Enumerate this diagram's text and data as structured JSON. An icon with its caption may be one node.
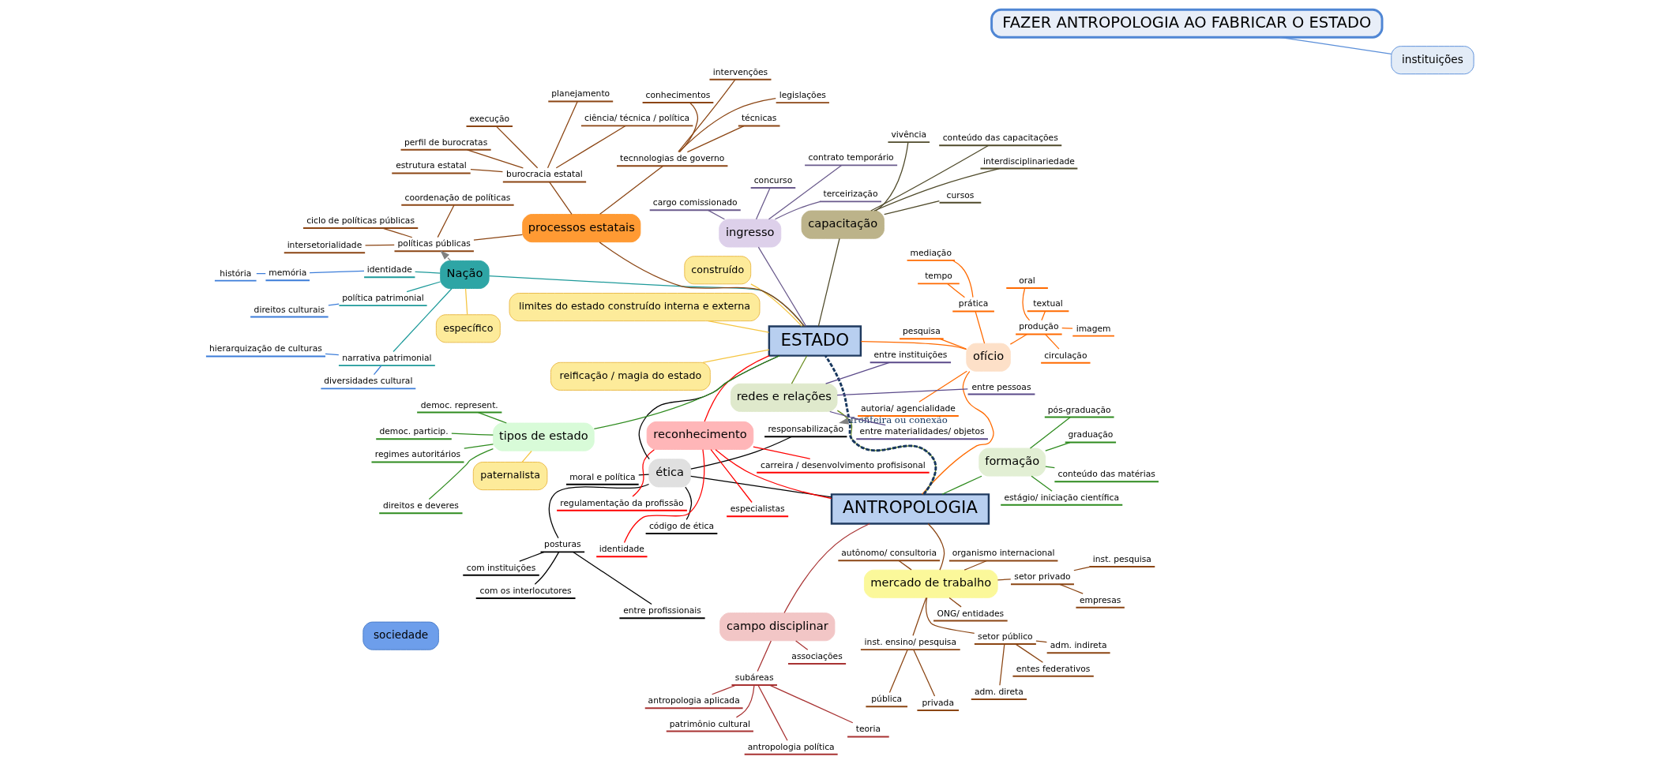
{
  "diagram": {
    "nodes": [
      {
        "text": [
          "FAZER ANTROPOLOGIA AO FABRICAR O ESTADO"
        ]
      },
      {
        "text": [
          "instituições"
        ]
      },
      {
        "text": [
          "sociedade"
        ]
      },
      {
        "text": [
          "ANTROPOLOGIA"
        ]
      },
      {
        "text": [
          "mercado de trabalho"
        ]
      },
      {
        "text": [
          "setor privado"
        ]
      },
      {
        "text": [
          "empresas"
        ]
      },
      {
        "text": [
          "inst. pesquisa"
        ]
      },
      {
        "text": [
          "setor público"
        ]
      },
      {
        "text": [
          "adm. direta"
        ]
      },
      {
        "text": [
          "adm. indireta"
        ]
      },
      {
        "text": [
          "entes federativos"
        ]
      },
      {
        "text": [
          "inst. ensino/ pesquisa"
        ]
      },
      {
        "text": [
          "privada"
        ]
      },
      {
        "text": [
          "pública"
        ]
      },
      {
        "text": [
          "ONG/ entidades"
        ]
      },
      {
        "text": [
          "organismo internacional"
        ]
      },
      {
        "text": [
          "autônomo/ consultoria"
        ]
      },
      {
        "text": [
          "campo disciplinar"
        ]
      },
      {
        "text": [
          "subáreas"
        ]
      },
      {
        "text": [
          "antropologia aplicada"
        ]
      },
      {
        "text": [
          "patrimônio cultural"
        ]
      },
      {
        "text": [
          "antropologia política"
        ]
      },
      {
        "text": [
          "teoria"
        ]
      },
      {
        "text": [
          "associações"
        ]
      },
      {
        "text": [
          "formação"
        ]
      },
      {
        "text": [
          "graduação"
        ]
      },
      {
        "text": [
          "pós-graduação"
        ]
      },
      {
        "text": [
          "estágio/ iniciação científica"
        ]
      },
      {
        "text": [
          "conteúdo das matérias"
        ]
      },
      {
        "text": [
          "ética"
        ]
      },
      {
        "text": [
          "código de ética"
        ]
      },
      {
        "text": [
          "posturas"
        ]
      },
      {
        "text": [
          "entre profissionais"
        ]
      },
      {
        "text": [
          "com os interlocutores"
        ]
      },
      {
        "text": [
          "com instituições"
        ]
      },
      {
        "text": [
          "moral e política"
        ]
      },
      {
        "text": [
          "responsabilização"
        ]
      },
      {
        "text": [
          "ofício"
        ]
      },
      {
        "text": [
          "prática"
        ]
      },
      {
        "text": [
          "tempo"
        ]
      },
      {
        "text": [
          "mediação"
        ]
      },
      {
        "text": [
          "pesquisa"
        ]
      },
      {
        "text": [
          "produção"
        ]
      },
      {
        "text": [
          "textual"
        ]
      },
      {
        "text": [
          "oral"
        ]
      },
      {
        "text": [
          "imagem"
        ]
      },
      {
        "text": [
          "circulação"
        ]
      },
      {
        "text": [
          "autoria/ agencialidade"
        ]
      },
      {
        "text": [
          "reconhecimento"
        ]
      },
      {
        "text": [
          "identidade"
        ]
      },
      {
        "text": [
          "carreira / desenvolvimento profisisonal"
        ]
      },
      {
        "text": [
          "especialistas"
        ]
      },
      {
        "text": [
          "regulamentação da profissão"
        ]
      },
      {
        "text": [
          "redes e relações"
        ]
      },
      {
        "text": [
          "entre pessoas"
        ]
      },
      {
        "text": [
          "entre instituições"
        ]
      },
      {
        "text": [
          "entre materialidades/ objetos"
        ]
      },
      {
        "text": [
          "limites do estado construído interna e externa"
        ]
      },
      {
        "text": [
          "reificação / magia do estado"
        ]
      },
      {
        "text": [
          "construído"
        ]
      },
      {
        "text": [
          "ESTADO"
        ]
      },
      {
        "text": [
          "ingresso"
        ]
      },
      {
        "text": [
          "concurso"
        ]
      },
      {
        "text": [
          "contrato temporário"
        ]
      },
      {
        "text": [
          "cargo comissionado"
        ]
      },
      {
        "text": [
          "terceirização"
        ]
      },
      {
        "text": [
          "capacitação"
        ]
      },
      {
        "text": [
          "cursos"
        ]
      },
      {
        "text": [
          "vivência"
        ]
      },
      {
        "text": [
          "conteúdo das capacitações"
        ]
      },
      {
        "text": [
          "interdisciplinariedade"
        ]
      },
      {
        "text": [
          "tipos de estado"
        ]
      },
      {
        "text": [
          "paternalista"
        ]
      },
      {
        "text": [
          "democ. represent."
        ]
      },
      {
        "text": [
          "democ. particip."
        ]
      },
      {
        "text": [
          "regimes autoritários"
        ]
      },
      {
        "text": [
          "direitos e deveres"
        ]
      },
      {
        "text": [
          "Nação"
        ]
      },
      {
        "text": [
          "específico"
        ]
      },
      {
        "text": [
          "narrativa patrimonial"
        ]
      },
      {
        "text": [
          "hierarquização de culturas"
        ]
      },
      {
        "text": [
          "diversidades cultural"
        ]
      },
      {
        "text": [
          "política patrimonial"
        ]
      },
      {
        "text": [
          "direitos culturais"
        ]
      },
      {
        "text": [
          "identidade"
        ]
      },
      {
        "text": [
          "memória"
        ]
      },
      {
        "text": [
          "história"
        ]
      },
      {
        "text": [
          "processos estatais"
        ]
      },
      {
        "text": [
          "políticas públicas"
        ]
      },
      {
        "text": [
          "ciclo de políticas públicas"
        ]
      },
      {
        "text": [
          "coordenação de políticas"
        ]
      },
      {
        "text": [
          "intersetorialidade"
        ]
      },
      {
        "text": [
          "burocracia estatal"
        ]
      },
      {
        "text": [
          "estrutura estatal"
        ]
      },
      {
        "text": [
          "ciência/ técnica / política"
        ]
      },
      {
        "text": [
          "planejamento"
        ]
      },
      {
        "text": [
          "execução"
        ]
      },
      {
        "text": [
          "perfil de burocratas"
        ]
      },
      {
        "text": [
          "tecnnologias de governo"
        ]
      },
      {
        "text": [
          "legislações"
        ]
      },
      {
        "text": [
          "intervenções"
        ]
      },
      {
        "text": [
          "técnicas"
        ]
      },
      {
        "text": [
          "conhecimentos"
        ]
      }
    ],
    "edges": [
      {
        "from": 0,
        "to": 1,
        "arrow": "none",
        "color": "#5b8fd9"
      },
      {
        "from": 3,
        "to": 61,
        "arrow": "none",
        "label": "fronteira ou conexão",
        "style": "dashed",
        "color": "#17375e"
      },
      {
        "from": 3,
        "to": 4,
        "arrow": "none"
      },
      {
        "from": 4,
        "to": 5,
        "arrow": "none"
      },
      {
        "from": 5,
        "to": 6,
        "arrow": "none"
      },
      {
        "from": 5,
        "to": 7,
        "arrow": "none"
      },
      {
        "from": 4,
        "to": 8,
        "arrow": "none"
      },
      {
        "from": 8,
        "to": 9,
        "arrow": "none"
      },
      {
        "from": 8,
        "to": 10,
        "arrow": "none"
      },
      {
        "from": 8,
        "to": 11,
        "arrow": "none"
      },
      {
        "from": 4,
        "to": 12,
        "arrow": "none"
      },
      {
        "from": 12,
        "to": 13,
        "arrow": "none"
      },
      {
        "from": 12,
        "to": 14,
        "arrow": "none"
      },
      {
        "from": 4,
        "to": 15,
        "arrow": "none"
      },
      {
        "from": 4,
        "to": 16,
        "arrow": "none"
      },
      {
        "from": 4,
        "to": 17,
        "arrow": "none"
      },
      {
        "from": 3,
        "to": 18,
        "arrow": "none",
        "color": "#a83232"
      },
      {
        "from": 18,
        "to": 19,
        "arrow": "none",
        "color": "#a83232"
      },
      {
        "from": 19,
        "to": 20,
        "arrow": "none",
        "color": "#a83232"
      },
      {
        "from": 19,
        "to": 21,
        "arrow": "none",
        "color": "#a83232"
      },
      {
        "from": 19,
        "to": 22,
        "arrow": "none",
        "color": "#a83232"
      },
      {
        "from": 19,
        "to": 23,
        "arrow": "none",
        "color": "#a83232"
      },
      {
        "from": 18,
        "to": 24,
        "arrow": "none",
        "color": "#a83232"
      },
      {
        "from": 3,
        "to": 25,
        "arrow": "none",
        "color": "#2e8b1e"
      },
      {
        "from": 25,
        "to": 26,
        "arrow": "none",
        "color": "#2e8b1e"
      },
      {
        "from": 25,
        "to": 27,
        "arrow": "none",
        "color": "#2e8b1e"
      },
      {
        "from": 25,
        "to": 28,
        "arrow": "none",
        "color": "#2e8b1e"
      },
      {
        "from": 25,
        "to": 29,
        "arrow": "none",
        "color": "#2e8b1e"
      },
      {
        "from": 3,
        "to": 30,
        "arrow": "none",
        "color": "#000000"
      },
      {
        "from": 30,
        "to": 31,
        "arrow": "none",
        "color": "#000000"
      },
      {
        "from": 30,
        "to": 32,
        "arrow": "none",
        "color": "#000000"
      },
      {
        "from": 32,
        "to": 33,
        "arrow": "none",
        "color": "#000000"
      },
      {
        "from": 32,
        "to": 34,
        "arrow": "none",
        "color": "#000000"
      },
      {
        "from": 32,
        "to": 35,
        "arrow": "none",
        "color": "#000000"
      },
      {
        "from": 30,
        "to": 36,
        "arrow": "none",
        "color": "#000000"
      },
      {
        "from": 30,
        "to": 37,
        "arrow": "none",
        "color": "#000000"
      },
      {
        "from": 3,
        "to": 38,
        "arrow": "none",
        "color": "#ff6a00"
      },
      {
        "from": 38,
        "to": 39,
        "arrow": "none",
        "color": "#ff6a00"
      },
      {
        "from": 39,
        "to": 40,
        "arrow": "none",
        "color": "#ff6a00"
      },
      {
        "from": 39,
        "to": 41,
        "arrow": "none",
        "color": "#ff6a00"
      },
      {
        "from": 38,
        "to": 42,
        "arrow": "none",
        "color": "#ff6a00"
      },
      {
        "from": 38,
        "to": 43,
        "arrow": "none",
        "color": "#ff6a00"
      },
      {
        "from": 43,
        "to": 44,
        "arrow": "none",
        "color": "#ff6a00"
      },
      {
        "from": 43,
        "to": 45,
        "arrow": "none",
        "color": "#ff6a00"
      },
      {
        "from": 43,
        "to": 46,
        "arrow": "none",
        "color": "#ff6a00"
      },
      {
        "from": 43,
        "to": 47,
        "arrow": "none",
        "color": "#ff6a00"
      },
      {
        "from": 38,
        "to": 48,
        "arrow": "none",
        "color": "#ff6a00"
      },
      {
        "from": 48,
        "to": 37,
        "arrow": "to",
        "style": "dashed",
        "color": "#808080"
      },
      {
        "from": 3,
        "to": 49,
        "arrow": "none",
        "color": "#ff0000"
      },
      {
        "from": 49,
        "to": 50,
        "arrow": "none",
        "color": "#ff0000"
      },
      {
        "from": 49,
        "to": 51,
        "arrow": "none",
        "color": "#ff0000"
      },
      {
        "from": 49,
        "to": 52,
        "arrow": "none",
        "color": "#ff0000"
      },
      {
        "from": 49,
        "to": 53,
        "arrow": "none",
        "color": "#ff0000"
      },
      {
        "from": 3,
        "to": 54,
        "arrow": "none",
        "color": "#6b8e23"
      },
      {
        "from": 54,
        "to": 55,
        "arrow": "none",
        "color": "#5b4a8a"
      },
      {
        "from": 54,
        "to": 56,
        "arrow": "none",
        "color": "#5b4a8a"
      },
      {
        "from": 54,
        "to": 57,
        "arrow": "none",
        "color": "#5b4a8a"
      },
      {
        "from": 61,
        "to": 54,
        "arrow": "none",
        "color": "#6b8e23"
      },
      {
        "from": 61,
        "to": 30,
        "arrow": "none",
        "color": "#000000"
      },
      {
        "from": 61,
        "to": 38,
        "arrow": "none",
        "color": "#ff6a00"
      },
      {
        "from": 61,
        "to": 49,
        "arrow": "none",
        "color": "#ff0000"
      },
      {
        "from": 58,
        "to": 61,
        "arrow": "none",
        "color": "#f5c542"
      },
      {
        "from": 59,
        "to": 61,
        "arrow": "none",
        "color": "#f5c542"
      },
      {
        "from": 60,
        "to": 61,
        "arrow": "none",
        "color": "#f5c542"
      },
      {
        "from": 61,
        "to": 62,
        "arrow": "none",
        "color": "#6a5a8c"
      },
      {
        "from": 62,
        "to": 63,
        "arrow": "none",
        "color": "#6a5a8c"
      },
      {
        "from": 62,
        "to": 64,
        "arrow": "none",
        "color": "#6a5a8c"
      },
      {
        "from": 62,
        "to": 65,
        "arrow": "none",
        "color": "#6a5a8c"
      },
      {
        "from": 62,
        "to": 66,
        "arrow": "none",
        "color": "#6a5a8c"
      },
      {
        "from": 61,
        "to": 67,
        "arrow": "none",
        "color": "#4f4a2a"
      },
      {
        "from": 67,
        "to": 68,
        "arrow": "none",
        "color": "#4f4a2a"
      },
      {
        "from": 67,
        "to": 69,
        "arrow": "none",
        "color": "#4f4a2a"
      },
      {
        "from": 67,
        "to": 70,
        "arrow": "none",
        "color": "#4f4a2a"
      },
      {
        "from": 67,
        "to": 71,
        "arrow": "none",
        "color": "#4f4a2a"
      },
      {
        "from": 61,
        "to": 72,
        "arrow": "none",
        "color": "#2e8b1e"
      },
      {
        "from": 73,
        "to": 72,
        "arrow": "none",
        "color": "#f5c542"
      },
      {
        "from": 72,
        "to": 74,
        "arrow": "none",
        "color": "#2e8b1e"
      },
      {
        "from": 72,
        "to": 75,
        "arrow": "none",
        "color": "#2e8b1e"
      },
      {
        "from": 72,
        "to": 76,
        "arrow": "none",
        "color": "#2e8b1e"
      },
      {
        "from": 72,
        "to": 77,
        "arrow": "none",
        "color": "#2e8b1e"
      },
      {
        "from": 61,
        "to": 78,
        "arrow": "none",
        "color": "#1e9a9a"
      },
      {
        "from": 79,
        "to": 78,
        "arrow": "none",
        "color": "#f5c542"
      },
      {
        "from": 78,
        "to": 80,
        "arrow": "none",
        "color": "#1e9a9a"
      },
      {
        "from": 80,
        "to": 81,
        "arrow": "none",
        "color": "#3c7dd9"
      },
      {
        "from": 80,
        "to": 82,
        "arrow": "none",
        "color": "#3c7dd9"
      },
      {
        "from": 78,
        "to": 83,
        "arrow": "none",
        "color": "#1e9a9a"
      },
      {
        "from": 83,
        "to": 84,
        "arrow": "none",
        "color": "#3c7dd9"
      },
      {
        "from": 78,
        "to": 85,
        "arrow": "none",
        "color": "#1e9a9a"
      },
      {
        "from": 85,
        "to": 86,
        "arrow": "none",
        "color": "#3c7dd9"
      },
      {
        "from": 86,
        "to": 87,
        "arrow": "none",
        "color": "#3c7dd9"
      },
      {
        "from": 78,
        "to": 89,
        "arrow": "to",
        "style": "dashed",
        "color": "#808080"
      },
      {
        "from": 61,
        "to": 88,
        "arrow": "none"
      },
      {
        "from": 88,
        "to": 89,
        "arrow": "none"
      },
      {
        "from": 89,
        "to": 90,
        "arrow": "none"
      },
      {
        "from": 89,
        "to": 91,
        "arrow": "none"
      },
      {
        "from": 89,
        "to": 92,
        "arrow": "none"
      },
      {
        "from": 88,
        "to": 93,
        "arrow": "none"
      },
      {
        "from": 93,
        "to": 94,
        "arrow": "none"
      },
      {
        "from": 93,
        "to": 95,
        "arrow": "none"
      },
      {
        "from": 93,
        "to": 96,
        "arrow": "none"
      },
      {
        "from": 93,
        "to": 97,
        "arrow": "none"
      },
      {
        "from": 93,
        "to": 98,
        "arrow": "none"
      },
      {
        "from": 88,
        "to": 99,
        "arrow": "none"
      },
      {
        "from": 99,
        "to": 100,
        "arrow": "none"
      },
      {
        "from": 99,
        "to": 101,
        "arrow": "none"
      },
      {
        "from": 99,
        "to": 102,
        "arrow": "none"
      },
      {
        "from": 99,
        "to": 103,
        "arrow": "none"
      }
    ]
  }
}
